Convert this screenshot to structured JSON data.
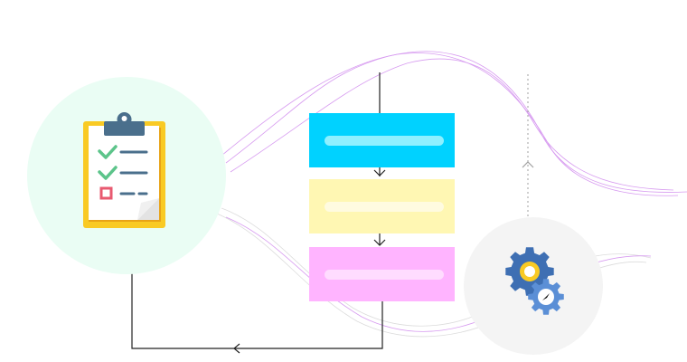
{
  "diagram": {
    "icons": {
      "clipboard": "clipboard-checklist-icon",
      "gears": "gears-settings-icon"
    },
    "process_steps": [
      {
        "name": "step-1",
        "color": "#00d2ff",
        "bar_color": "#8ef0ff"
      },
      {
        "name": "step-2",
        "color": "#fff7b3",
        "bar_color": "#fffbe0"
      },
      {
        "name": "step-3",
        "color": "#ffb4ff",
        "bar_color": "#ffdcff"
      }
    ],
    "colors": {
      "left_circle": "#eafdf4",
      "right_circle": "#f4f4f4",
      "connector": "#222222",
      "dashed_line": "#a0a0a0",
      "curves": "#d79bf0",
      "curves_light": "#dcdcdc",
      "clipboard_board": "#f9ca24",
      "clipboard_clip": "#4a6f8c",
      "check": "#5cc48a",
      "unchecked": "#e85a70",
      "gear_large": "#3e6fb3",
      "gear_small": "#5b8fd6",
      "gear_hub": "#f9ca24"
    }
  }
}
